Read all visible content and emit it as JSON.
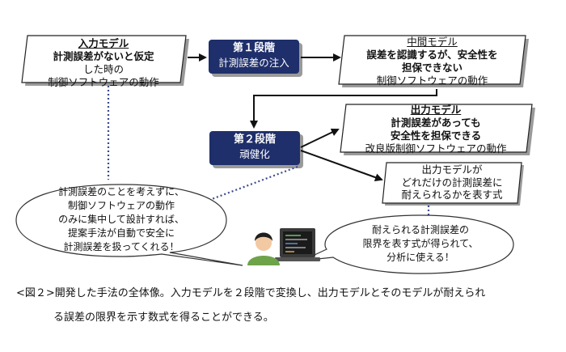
{
  "input_model": {
    "title": "入力モデル",
    "line1": "計測誤差がないと仮定",
    "line2": "した時の",
    "line3": "制御ソフトウェアの動作"
  },
  "stage1": {
    "title": "第１段階",
    "subtitle": "計測誤差の注入"
  },
  "middle_model": {
    "title": "中間モデル",
    "line1": "誤差を認識するが、安全性を",
    "line2": "担保できない",
    "line3": "制御ソフトウェアの動作"
  },
  "stage2": {
    "title": "第２段階",
    "subtitle": "頑健化"
  },
  "output_model": {
    "title": "出力モデル",
    "line1": "計測誤差があっても",
    "line2": "安全性を担保できる",
    "line3": "改良版制御ソフトウェアの動作"
  },
  "formula_box": {
    "line1": "出力モデルが",
    "line2": "どれだけの計測誤差に",
    "line3": "耐えられるかを表す式"
  },
  "bubble_left": {
    "lines": [
      "計測誤差のことを考えずに、",
      "制御ソフトウェアの動作",
      "のみに集中して設計すれば、",
      "提案手法が自動で安全に",
      "計測誤差を扱ってくれる！"
    ]
  },
  "bubble_right": {
    "lines": [
      "耐えられる計測誤差の",
      "限界を表す式が得られて、",
      "分析に使える！"
    ]
  },
  "caption": {
    "line1": "<図２>開発した手法の全体像。入力モデルを２段階で変換し、出力モデルとそのモデルが耐えられ",
    "line2": "る誤差の限界を示す数式を得ることができる。"
  },
  "colors": {
    "stage_fill": "#1f2f6b",
    "shadow": "#9a9a9a",
    "dots": "#3b4a8c"
  }
}
